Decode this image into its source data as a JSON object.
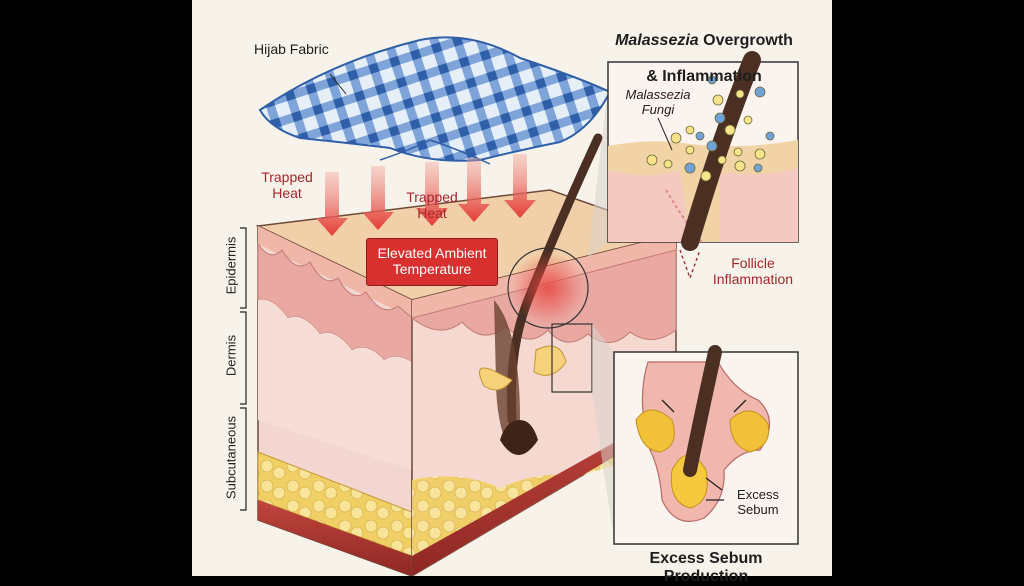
{
  "labels": {
    "hijab_fabric": "Hijab Fabric",
    "trapped_heat_1": "Trapped\nHeat",
    "trapped_heat_2": "Trapped\nHeat",
    "elevated_temp": "Elevated Ambient\nTemperature",
    "layer_epidermis": "Epidermis",
    "layer_dermis": "Dermis",
    "layer_subcutaneous": "Subcutaneous",
    "inset_top_title_italic": "Malassezia",
    "inset_top_title_rest": " Overgrowth",
    "inset_top_title_line2": "& Inflammation",
    "malassezia_fungi": "Malassezia\nFungi",
    "follicle_inflammation": "Follicle\nInflammation",
    "excess_sebum": "Excess\nSebum",
    "inset_bottom_title": "Excess Sebum\nProduction"
  },
  "colors": {
    "background": "#f7f3ea",
    "fabric_blue": "#4f82c8",
    "heat_red": "#d8302f",
    "skin_pink": "#f2c9c0",
    "fat_yellow": "#f3d36a",
    "hair_brown": "#4b2f22",
    "sebum_gold": "#f2c13a"
  }
}
